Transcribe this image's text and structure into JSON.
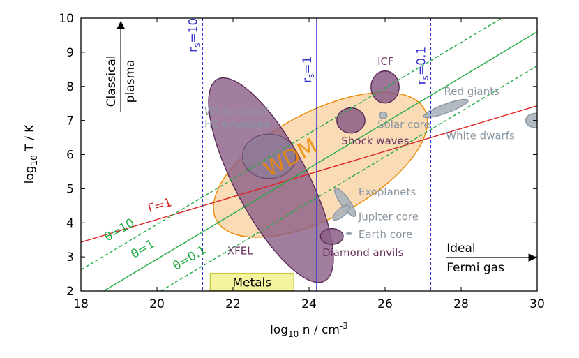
{
  "chart_data": {
    "type": "scatter",
    "xlim": [
      18,
      30
    ],
    "ylim": [
      2,
      10
    ],
    "x_ticks": [
      18,
      20,
      22,
      24,
      26,
      28,
      30
    ],
    "y_ticks": [
      2,
      3,
      4,
      5,
      6,
      7,
      8,
      9,
      10
    ],
    "xlabel": {
      "main": "log",
      "sub": "10",
      "rest": " n / cm",
      "sup": "-3"
    },
    "ylabel": {
      "main": "log",
      "sub": "10",
      "rest": " T / K"
    },
    "grid": false,
    "lines": [
      {
        "label": "Γ=1",
        "label_x": 19.8,
        "label_y": 4.3,
        "color": "#dd2222",
        "dashed": false,
        "points": [
          [
            18,
            3.43
          ],
          [
            30,
            7.43
          ]
        ]
      },
      {
        "label": "θ=10",
        "label_x": 18.7,
        "label_y": 3.45,
        "color": "#22aa44",
        "dashed": true,
        "points": [
          [
            18,
            2.62
          ],
          [
            30,
            10.62
          ]
        ]
      },
      {
        "label": "θ=1",
        "label_x": 19.4,
        "label_y": 2.95,
        "color": "#22aa44",
        "dashed": false,
        "points": [
          [
            18.6,
            2.0
          ],
          [
            30,
            9.6
          ]
        ]
      },
      {
        "label": "θ=0.1",
        "label_x": 20.5,
        "label_y": 2.6,
        "color": "#22aa44",
        "dashed": true,
        "points": [
          [
            20.1,
            2.0
          ],
          [
            30,
            8.6
          ]
        ]
      }
    ],
    "vlines": [
      {
        "x": 21.2,
        "label": "r",
        "sub": "s",
        "value": "=10",
        "dashed": true,
        "label_y": 9.0
      },
      {
        "x": 24.2,
        "label": "r",
        "sub": "s",
        "value": "=1",
        "dashed": false,
        "label_y": 8.1
      },
      {
        "x": 27.2,
        "label": "r",
        "sub": "s",
        "value": "=0.1",
        "dashed": true,
        "label_y": 8.05
      }
    ],
    "regions": [
      {
        "name": "WDM",
        "cx": 24.3,
        "cy": 5.7,
        "rx": 3.1,
        "ry": 1.55,
        "angle_deg": 28,
        "fill": "#f8d6a8",
        "stroke": "#ee8800",
        "opacity": 0.85
      },
      {
        "name": "XFEL",
        "cx": 23.0,
        "cy": 5.25,
        "rx": 0.95,
        "ry": 3.35,
        "angle_deg": 28,
        "fill": "#8a5e86",
        "stroke": "#5a2a58",
        "opacity": 0.8
      },
      {
        "name": "White dwarf HE envelope",
        "cx": 22.95,
        "cy": 5.95,
        "rx": 0.7,
        "ry": 0.65,
        "angle_deg": 0,
        "fill": "#8e7a96",
        "stroke": "#6a4f70",
        "opacity": 0.85
      },
      {
        "name": "Shock waves",
        "cx": 25.1,
        "cy": 7.0,
        "rx": 0.37,
        "ry": 0.37,
        "angle_deg": 0,
        "fill": "#8a5e86",
        "stroke": "#5a2a58",
        "opacity": 0.85
      },
      {
        "name": "ICF",
        "cx": 26.0,
        "cy": 7.98,
        "rx": 0.37,
        "ry": 0.47,
        "angle_deg": 0,
        "fill": "#8a5e86",
        "stroke": "#5a2a58",
        "opacity": 0.85
      },
      {
        "name": "Solar core",
        "cx": 25.95,
        "cy": 7.15,
        "rx": 0.1,
        "ry": 0.1,
        "angle_deg": 0,
        "fill": "#aab4bc",
        "stroke": "#8a96a0",
        "opacity": 0.9
      },
      {
        "name": "Red giants",
        "cx": 27.6,
        "cy": 7.35,
        "rx": 0.62,
        "ry": 0.13,
        "angle_deg": 20,
        "fill": "#aab4bc",
        "stroke": "#8a96a0",
        "opacity": 0.9
      },
      {
        "name": "White dwarfs",
        "cx": 29.95,
        "cy": 7.0,
        "rx": 0.25,
        "ry": 0.21,
        "angle_deg": 0,
        "fill": "#aab4bc",
        "stroke": "#8a96a0",
        "opacity": 0.9
      },
      {
        "name": "Exoplanets",
        "cx": 24.95,
        "cy": 4.6,
        "rx": 0.12,
        "ry": 0.5,
        "angle_deg": 35,
        "fill": "#aab4bc",
        "stroke": "#8a96a0",
        "opacity": 0.9
      },
      {
        "name": "Jupiter core",
        "cx": 24.85,
        "cy": 4.3,
        "rx": 0.28,
        "ry": 0.12,
        "angle_deg": 40,
        "fill": "#aab4bc",
        "stroke": "#8a96a0",
        "opacity": 0.9
      },
      {
        "name": "Earth core",
        "cx": 25.05,
        "cy": 3.68,
        "rx": 0.07,
        "ry": 0.025,
        "angle_deg": 0,
        "fill": "#aab4bc",
        "stroke": "#8a96a0",
        "opacity": 0.9
      },
      {
        "name": "Diamond anvils",
        "cx": 24.6,
        "cy": 3.6,
        "rx": 0.3,
        "ry": 0.23,
        "angle_deg": 0,
        "fill": "#8a5e86",
        "stroke": "#5a2a58",
        "opacity": 0.85
      }
    ],
    "labels": [
      {
        "lines": [
          "White dwarf",
          "HE envelope"
        ],
        "x": 21.25,
        "y": 7.16,
        "color": "#8a96a0",
        "size": 15
      },
      {
        "lines": [
          "ICF"
        ],
        "x": 25.8,
        "y": 8.63,
        "color": "#7a4070",
        "size": 15
      },
      {
        "lines": [
          "Red giants"
        ],
        "x": 27.55,
        "y": 7.75,
        "color": "#8a96a0",
        "size": 15
      },
      {
        "lines": [
          "Solar core"
        ],
        "x": 25.8,
        "y": 6.78,
        "color": "#8a96a0",
        "size": 15
      },
      {
        "lines": [
          "White dwarfs"
        ],
        "x": 27.6,
        "y": 6.45,
        "color": "#8a96a0",
        "size": 15
      },
      {
        "lines": [
          "Shock waves"
        ],
        "x": 24.85,
        "y": 6.3,
        "color": "#6a3460",
        "size": 15
      },
      {
        "lines": [
          "Exoplanets"
        ],
        "x": 25.3,
        "y": 4.8,
        "color": "#8a96a0",
        "size": 15
      },
      {
        "lines": [
          "Jupiter core"
        ],
        "x": 25.3,
        "y": 4.08,
        "color": "#8a96a0",
        "size": 15
      },
      {
        "lines": [
          "Earth core"
        ],
        "x": 25.3,
        "y": 3.55,
        "color": "#8a96a0",
        "size": 15
      },
      {
        "lines": [
          "Diamond anvils"
        ],
        "x": 24.35,
        "y": 3.02,
        "color": "#6a3460",
        "size": 15
      },
      {
        "lines": [
          "XFEL"
        ],
        "x": 21.85,
        "y": 3.07,
        "color": "#6a3460",
        "size": 15
      }
    ],
    "wdm_label": {
      "text": "WDM",
      "x": 23.6,
      "y": 5.72,
      "angle_deg": -28,
      "color": "#ee8800"
    },
    "metals_box": {
      "text": "Metals",
      "x0": 21.4,
      "x1": 23.6,
      "y0": 2.0,
      "y1": 2.52,
      "fill": "#f4f4a0",
      "stroke": "#c8c840"
    },
    "arrows": [
      {
        "name": "classical-arrow",
        "from": [
          19.05,
          7.25
        ],
        "to": [
          19.05,
          9.9
        ],
        "label_lines": [
          "Classical",
          "plasma"
        ]
      },
      {
        "name": "fermi-arrow",
        "from": [
          27.6,
          2.98
        ],
        "to": [
          29.97,
          2.98
        ],
        "label_lines": [
          "Ideal",
          "Fermi gas"
        ]
      }
    ]
  }
}
